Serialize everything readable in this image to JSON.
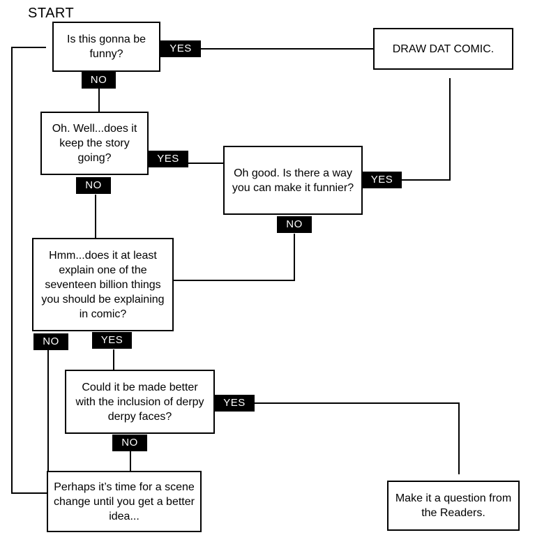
{
  "start_label": "START",
  "nodes": {
    "q_funny": "Is this gonna be funny?",
    "draw": "DRAW DAT COMIC.",
    "q_story": "Oh.  Well...does it keep the story going?",
    "q_funnier": "Oh good.  Is there a way you can make it funnier?",
    "q_explain": "Hmm...does it at least explain one of the seventeen billion things you should be explaining in comic?",
    "q_derpy": "Could it be made better with the inclusion of derpy derpy faces?",
    "scene_change": "Perhaps it’s time for a scene change until you get a better idea...",
    "question_readers": "Make it a question from the Readers."
  },
  "labels": {
    "yes": "YES",
    "no": "NO"
  }
}
